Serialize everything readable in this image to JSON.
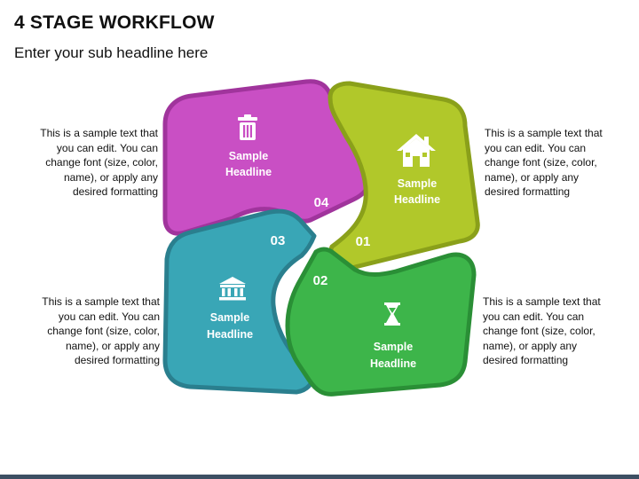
{
  "header": {
    "title": "4 STAGE WORKFLOW",
    "subtitle": "Enter your sub headline here"
  },
  "stages": [
    {
      "number": "01",
      "headline_line1": "Sample",
      "headline_line2": "Headline",
      "icon": "house-icon",
      "fill": "#b1c82a",
      "stroke": "#8aa01a",
      "description": "This is a sample text that you can edit. You can change font (size, color, name), or apply any desired formatting"
    },
    {
      "number": "02",
      "headline_line1": "Sample",
      "headline_line2": "Headline",
      "icon": "hourglass-icon",
      "fill": "#3db54a",
      "stroke": "#2a8f36",
      "description": "This is a sample text that you can edit. You can change font (size, color, name), or apply any desired formatting"
    },
    {
      "number": "03",
      "headline_line1": "Sample",
      "headline_line2": "Headline",
      "icon": "bank-icon",
      "fill": "#39a6b6",
      "stroke": "#2a7f8e",
      "description": "This is a sample text that you can edit. You can change font (size, color, name), or apply any desired formatting"
    },
    {
      "number": "04",
      "headline_line1": "Sample",
      "headline_line2": "Headline",
      "icon": "trash-icon",
      "fill": "#c94fc4",
      "stroke": "#a0349c",
      "description": "This is a sample text that you can edit. You can change font (size, color, name), or apply any desired formatting"
    }
  ]
}
